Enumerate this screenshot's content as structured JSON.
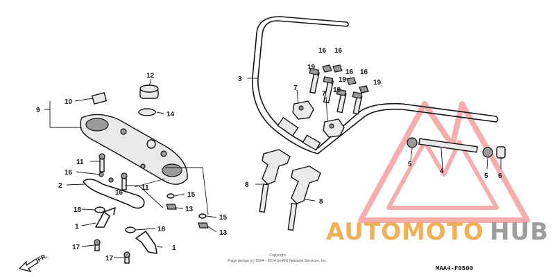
{
  "diagram": {
    "code": "MAA4-F0500",
    "direction": "FR.",
    "copyright": {
      "line1": "Copyright",
      "line2": "Page design (c) 2004 - 2014 by ARI Network Services, Inc."
    },
    "callouts": [
      "1",
      "1",
      "2",
      "3",
      "4",
      "5",
      "5",
      "6",
      "7",
      "7",
      "8",
      "8",
      "9",
      "10",
      "11",
      "11",
      "12",
      "13",
      "13",
      "14",
      "15",
      "15",
      "16",
      "16",
      "16",
      "16",
      "16",
      "17",
      "17",
      "18",
      "18",
      "19",
      "19",
      "19",
      "19"
    ]
  },
  "watermark": {
    "text_a": "AUTOMOTO",
    "text_b": "HUB",
    "color_a": "#F2A23A",
    "color_b": "#8C8C8C",
    "triangle_color": "#F36B6B"
  }
}
